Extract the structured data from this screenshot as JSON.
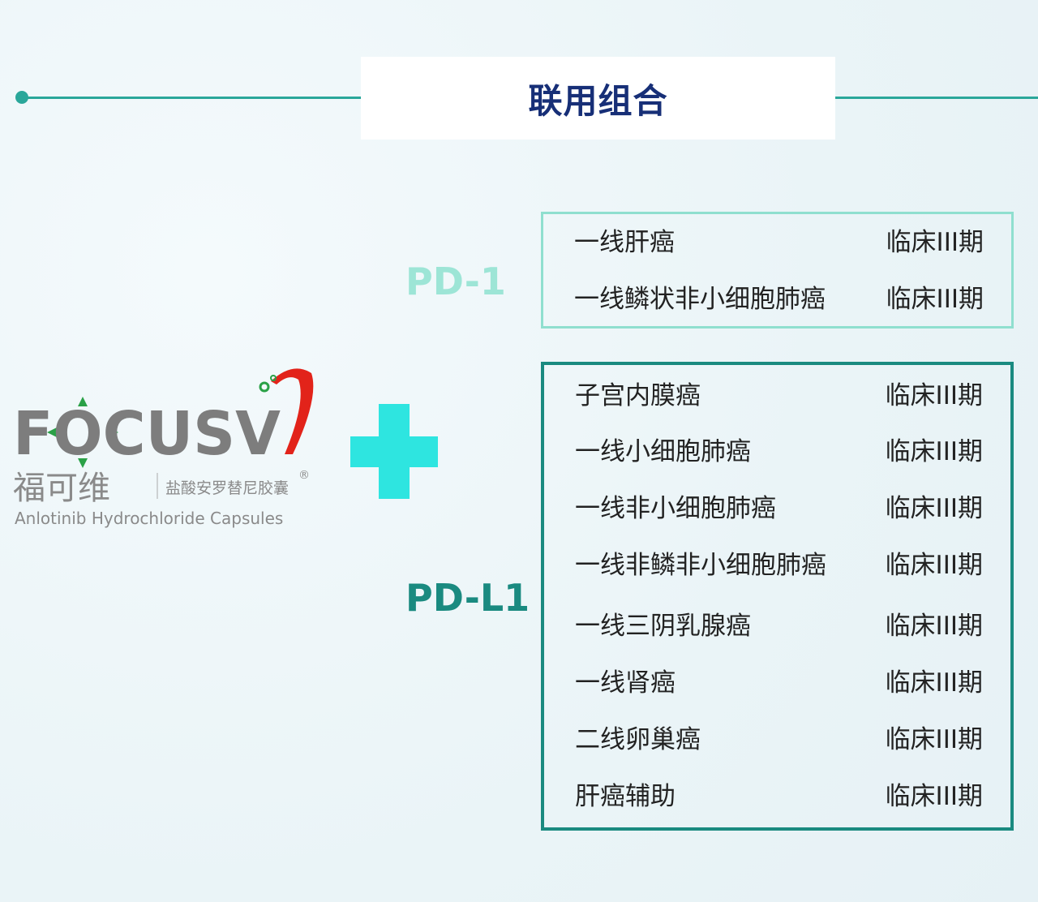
{
  "title": "联用组合",
  "logo": {
    "brand": "FOCUSV",
    "cn_name": "福可维",
    "cn_generic": "盐酸安罗替尼胶囊",
    "en_name": "Anlotinib Hydrochloride Capsules",
    "registered": "®"
  },
  "groups": [
    {
      "label": "PD-1",
      "rows": [
        {
          "indication": "一线肝癌",
          "stage": "临床III期"
        },
        {
          "indication": "一线鳞状非小细胞肺癌",
          "stage": "临床III期"
        }
      ]
    },
    {
      "label": "PD-L1",
      "rows": [
        {
          "indication": "子宫内膜癌",
          "stage": "临床III期"
        },
        {
          "indication": "一线小细胞肺癌",
          "stage": "临床III期"
        },
        {
          "indication": "一线非小细胞肺癌",
          "stage": "临床III期"
        },
        {
          "indication": "一线非鳞非小细胞肺癌",
          "stage": "临床III期"
        },
        {
          "indication": "一线三阴乳腺癌",
          "stage": "临床III期"
        },
        {
          "indication": "一线肾癌",
          "stage": "临床III期"
        },
        {
          "indication": "二线卵巢癌",
          "stage": "临床III期"
        },
        {
          "indication": "肝癌辅助",
          "stage": "临床III期"
        }
      ]
    }
  ],
  "colors": {
    "title": "#172f77",
    "pd1": "#9de5d6",
    "pdl1": "#1a8a80",
    "plus": "#2ee5e0"
  }
}
